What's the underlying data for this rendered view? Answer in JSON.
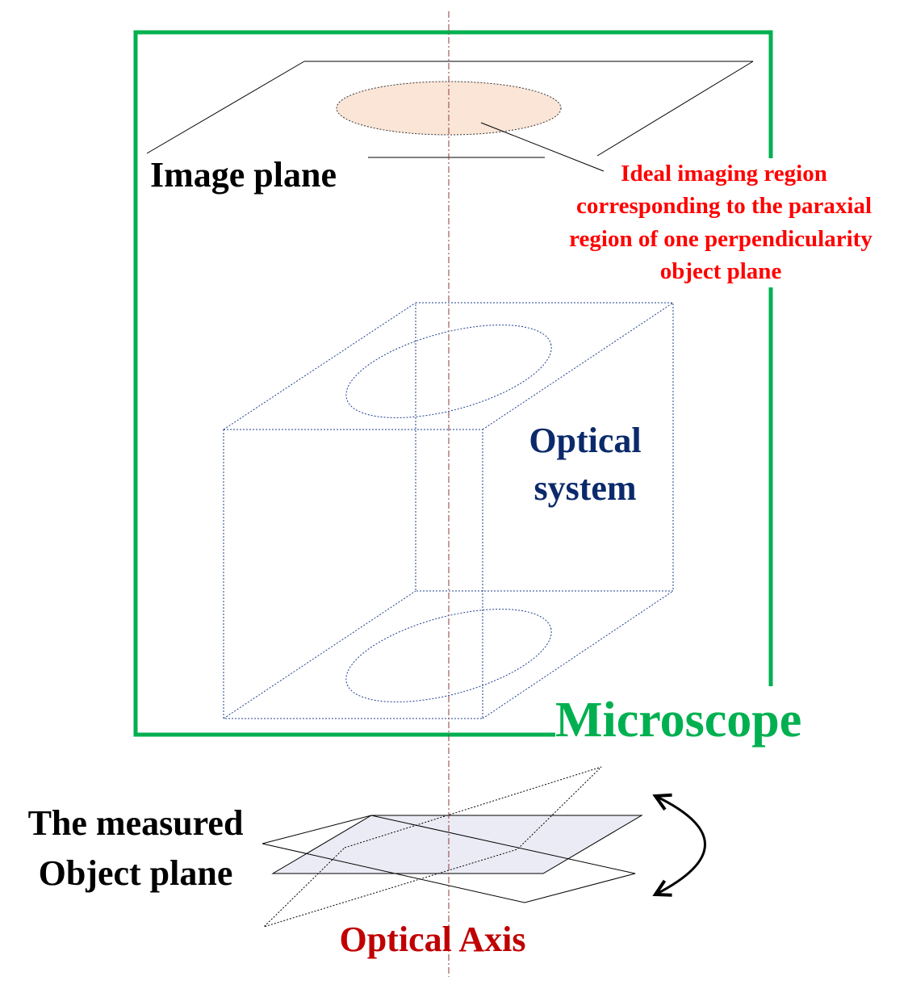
{
  "labels": {
    "image_plane": "Image plane",
    "ideal_region": [
      "Ideal imaging region",
      "corresponding to the paraxial",
      "region of one perpendicularity",
      "object plane"
    ],
    "optical_system": [
      "Optical",
      "system"
    ],
    "microscope": "Microscope",
    "object_plane": [
      "The measured",
      "Object plane"
    ],
    "optical_axis": "Optical Axis"
  },
  "colors": {
    "microscope_frame": "#00b050",
    "ideal_region_text": "#ff0000",
    "optical_system_text": "#0b2a6b",
    "optical_axis_text": "#c00000",
    "axis_line": "#8b3a3a",
    "image_ellipse_fill": "#fbe5d6",
    "object_plane_fill": "#ebebf5",
    "dotted_blue": "#1f3f8f"
  },
  "icons": {
    "rotation": "double-headed-curved-arrow-icon"
  }
}
